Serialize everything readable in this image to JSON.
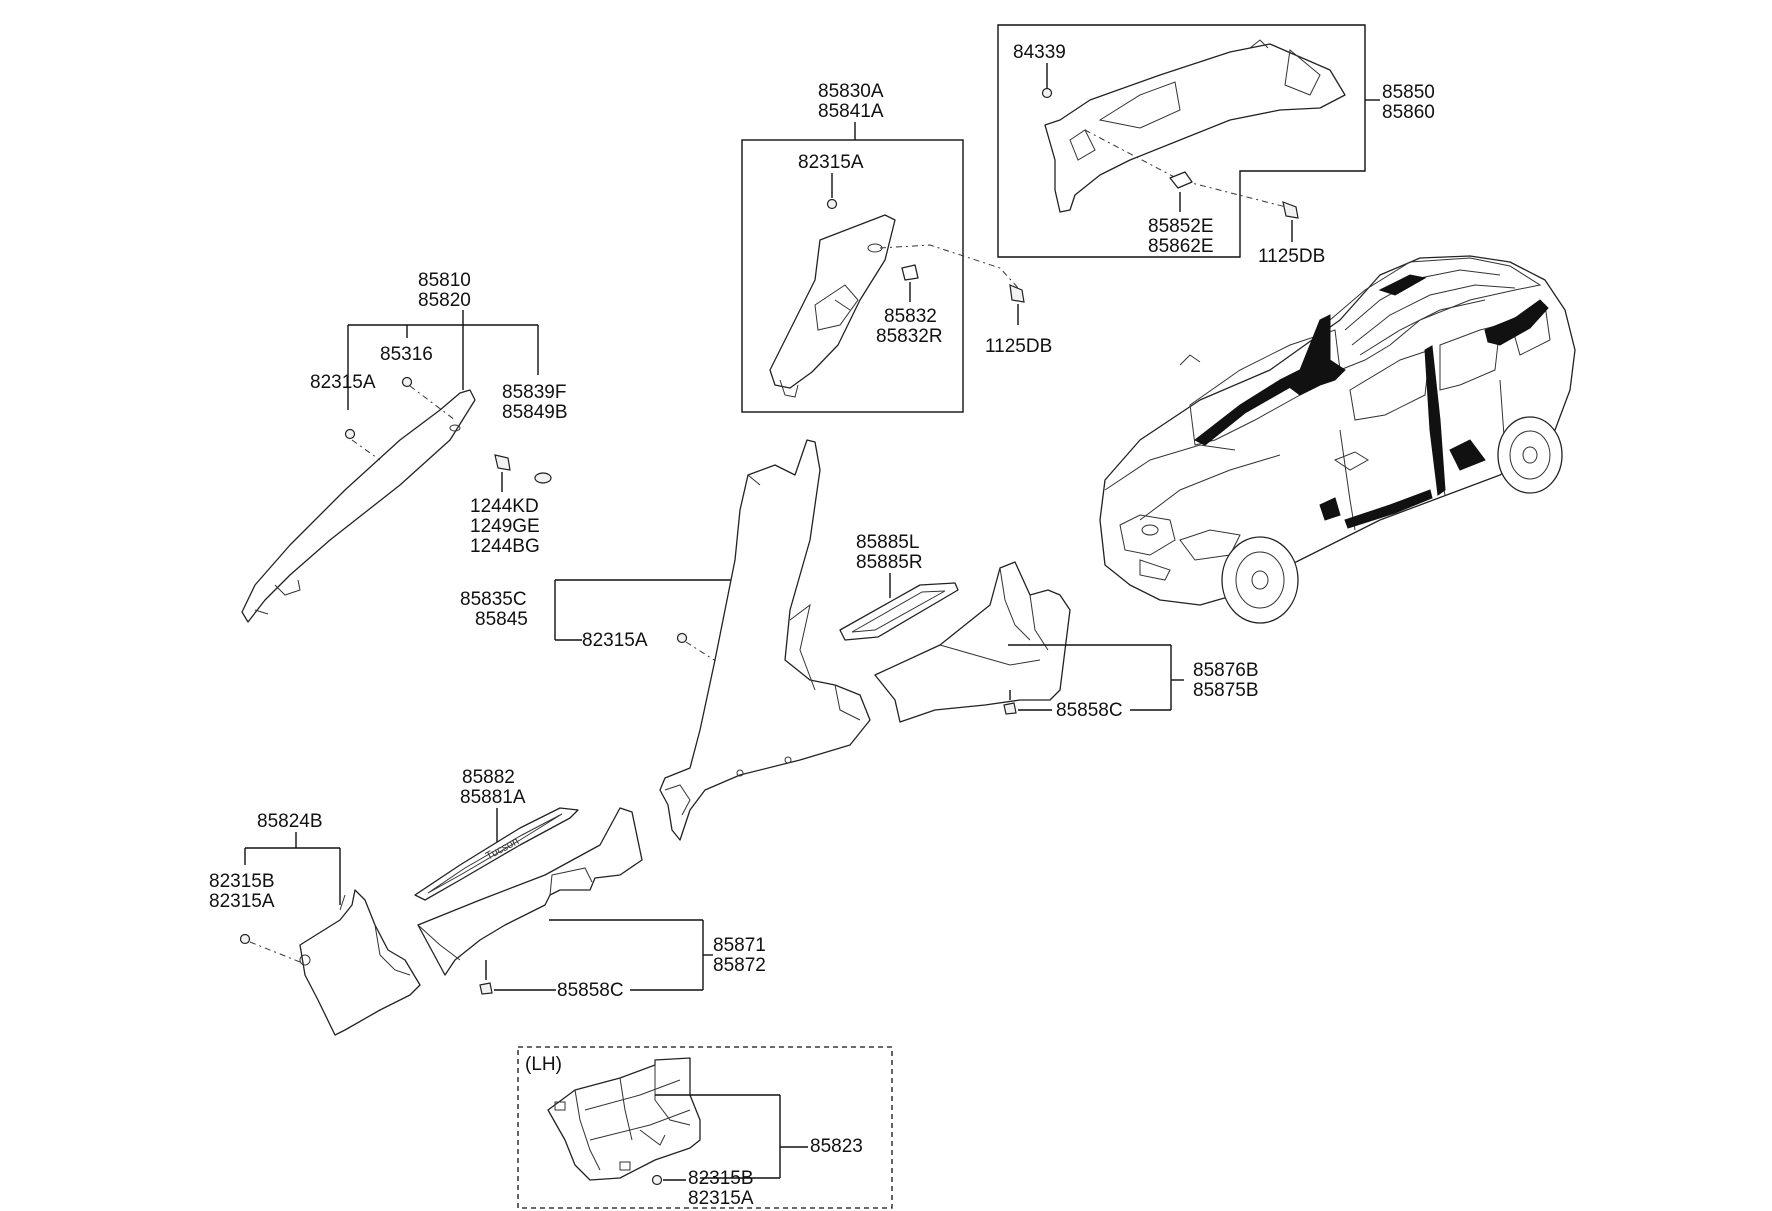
{
  "labels": {
    "p85850": "85850",
    "p85860": "85860",
    "p84339": "84339",
    "p85852E": "85852E",
    "p85862E": "85862E",
    "p1125DB_a": "1125DB",
    "p85830A": "85830A",
    "p85841A": "85841A",
    "p82315A_b": "82315A",
    "p85832": "85832",
    "p85832R": "85832R",
    "p1125DB_b": "1125DB",
    "p85810": "85810",
    "p85820": "85820",
    "p85316": "85316",
    "p82315A_a": "82315A",
    "p85839F": "85839F",
    "p85849B": "85849B",
    "p1244KD": "1244KD",
    "p1249GE": "1249GE",
    "p1244BG": "1244BG",
    "p85835C": "85835C",
    "p85845": "85845",
    "p82315A_c": "82315A",
    "p85885L": "85885L",
    "p85885R": "85885R",
    "p85876B": "85876B",
    "p85875B": "85875B",
    "p85858C_a": "85858C",
    "p85882": "85882",
    "p85881A": "85881A",
    "p85824B": "85824B",
    "p82315B_a": "82315B",
    "p82315A_d": "82315A",
    "p85871": "85871",
    "p85872": "85872",
    "p85858C_b": "85858C",
    "lh": "(LH)",
    "p85823": "85823",
    "p82315B_b": "82315B",
    "p82315A_e": "82315A",
    "sill_badge": "Tucson"
  }
}
